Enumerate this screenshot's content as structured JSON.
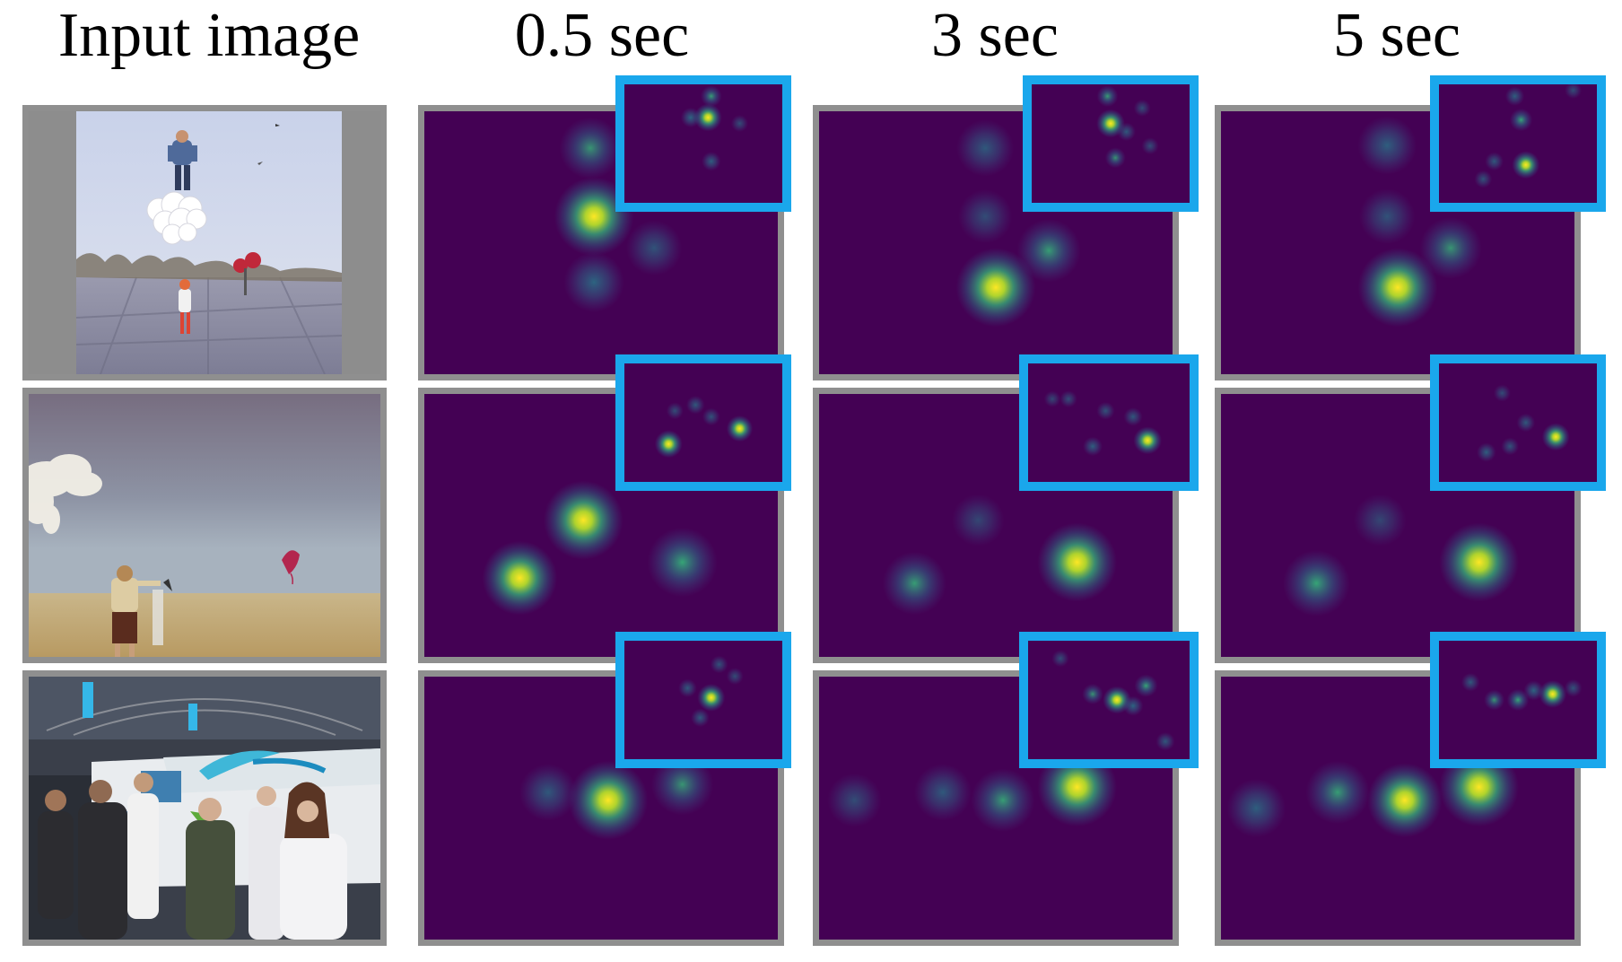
{
  "columns": [
    {
      "title": "Input image"
    },
    {
      "title": "0.5 sec"
    },
    {
      "title": "3 sec"
    },
    {
      "title": "5 sec"
    }
  ],
  "colors": {
    "panel_border": "#8f8f8f",
    "inset_border": "#1aa7ec",
    "heatmap_background": "#440154"
  },
  "rows": [
    {
      "input_scene": "balloon-man-over-plaza",
      "maps": [
        {
          "time": "0.5 sec",
          "hotspots": [
            [
              0.48,
              0.4,
              1.0
            ],
            [
              0.47,
              0.14,
              0.45
            ],
            [
              0.48,
              0.65,
              0.4
            ],
            [
              0.65,
              0.52,
              0.25
            ]
          ],
          "inset_hotspots": [
            [
              0.53,
              0.28,
              0.95
            ],
            [
              0.55,
              0.1,
              0.5
            ],
            [
              0.42,
              0.28,
              0.4
            ],
            [
              0.55,
              0.65,
              0.35
            ],
            [
              0.73,
              0.33,
              0.2
            ]
          ]
        },
        {
          "time": "3 sec",
          "hotspots": [
            [
              0.5,
              0.67,
              1.0
            ],
            [
              0.65,
              0.53,
              0.5
            ],
            [
              0.47,
              0.14,
              0.3
            ],
            [
              0.47,
              0.4,
              0.2
            ]
          ],
          "inset_hotspots": [
            [
              0.5,
              0.33,
              1.0
            ],
            [
              0.48,
              0.1,
              0.5
            ],
            [
              0.53,
              0.62,
              0.45
            ],
            [
              0.6,
              0.4,
              0.3
            ],
            [
              0.7,
              0.2,
              0.2
            ],
            [
              0.75,
              0.52,
              0.2
            ]
          ]
        },
        {
          "time": "5 sec",
          "hotspots": [
            [
              0.5,
              0.67,
              1.0
            ],
            [
              0.65,
              0.52,
              0.45
            ],
            [
              0.47,
              0.13,
              0.35
            ],
            [
              0.47,
              0.4,
              0.25
            ]
          ],
          "inset_hotspots": [
            [
              0.55,
              0.68,
              0.95
            ],
            [
              0.52,
              0.3,
              0.6
            ],
            [
              0.48,
              0.1,
              0.35
            ],
            [
              0.35,
              0.65,
              0.3
            ],
            [
              0.28,
              0.8,
              0.25
            ],
            [
              0.85,
              0.05,
              0.2
            ]
          ]
        }
      ]
    },
    {
      "input_scene": "woman-flying-kite-on-beach",
      "maps": [
        {
          "time": "0.5 sec",
          "hotspots": [
            [
              0.45,
              0.48,
              1.0
            ],
            [
              0.27,
              0.7,
              0.85
            ],
            [
              0.73,
              0.64,
              0.7
            ]
          ],
          "inset_hotspots": [
            [
              0.28,
              0.68,
              0.95
            ],
            [
              0.73,
              0.55,
              0.85
            ],
            [
              0.45,
              0.35,
              0.3
            ],
            [
              0.55,
              0.45,
              0.25
            ],
            [
              0.32,
              0.4,
              0.2
            ]
          ]
        },
        {
          "time": "3 sec",
          "hotspots": [
            [
              0.73,
              0.64,
              1.0
            ],
            [
              0.27,
              0.72,
              0.5
            ],
            [
              0.45,
              0.48,
              0.15
            ]
          ],
          "inset_hotspots": [
            [
              0.74,
              0.65,
              0.95
            ],
            [
              0.4,
              0.7,
              0.35
            ],
            [
              0.65,
              0.45,
              0.3
            ],
            [
              0.48,
              0.4,
              0.25
            ],
            [
              0.25,
              0.3,
              0.2
            ],
            [
              0.15,
              0.3,
              0.15
            ]
          ]
        },
        {
          "time": "5 sec",
          "hotspots": [
            [
              0.73,
              0.64,
              1.0
            ],
            [
              0.27,
              0.72,
              0.6
            ],
            [
              0.45,
              0.48,
              0.15
            ]
          ],
          "inset_hotspots": [
            [
              0.74,
              0.62,
              0.95
            ],
            [
              0.3,
              0.75,
              0.35
            ],
            [
              0.55,
              0.5,
              0.3
            ],
            [
              0.45,
              0.7,
              0.25
            ],
            [
              0.4,
              0.25,
              0.2
            ]
          ]
        }
      ]
    },
    {
      "input_scene": "people-at-trade-show-booth",
      "maps": [
        {
          "time": "0.5 sec",
          "hotspots": [
            [
              0.52,
              0.47,
              1.0
            ],
            [
              0.73,
              0.41,
              0.45
            ],
            [
              0.35,
              0.44,
              0.3
            ]
          ],
          "inset_hotspots": [
            [
              0.55,
              0.48,
              0.95
            ],
            [
              0.4,
              0.4,
              0.3
            ],
            [
              0.48,
              0.65,
              0.3
            ],
            [
              0.6,
              0.2,
              0.25
            ],
            [
              0.7,
              0.3,
              0.2
            ]
          ]
        },
        {
          "time": "3 sec",
          "hotspots": [
            [
              0.73,
              0.42,
              1.0
            ],
            [
              0.52,
              0.47,
              0.5
            ],
            [
              0.35,
              0.44,
              0.3
            ],
            [
              0.1,
              0.47,
              0.2
            ]
          ],
          "inset_hotspots": [
            [
              0.55,
              0.5,
              0.95
            ],
            [
              0.73,
              0.38,
              0.6
            ],
            [
              0.4,
              0.45,
              0.45
            ],
            [
              0.65,
              0.55,
              0.4
            ],
            [
              0.85,
              0.85,
              0.3
            ],
            [
              0.2,
              0.15,
              0.2
            ]
          ]
        },
        {
          "time": "5 sec",
          "hotspots": [
            [
              0.73,
              0.42,
              1.0
            ],
            [
              0.52,
              0.47,
              0.85
            ],
            [
              0.33,
              0.44,
              0.5
            ],
            [
              0.1,
              0.5,
              0.35
            ]
          ],
          "inset_hotspots": [
            [
              0.72,
              0.45,
              0.95
            ],
            [
              0.5,
              0.5,
              0.55
            ],
            [
              0.35,
              0.5,
              0.45
            ],
            [
              0.6,
              0.42,
              0.4
            ],
            [
              0.2,
              0.35,
              0.3
            ],
            [
              0.85,
              0.4,
              0.25
            ]
          ]
        }
      ]
    }
  ]
}
